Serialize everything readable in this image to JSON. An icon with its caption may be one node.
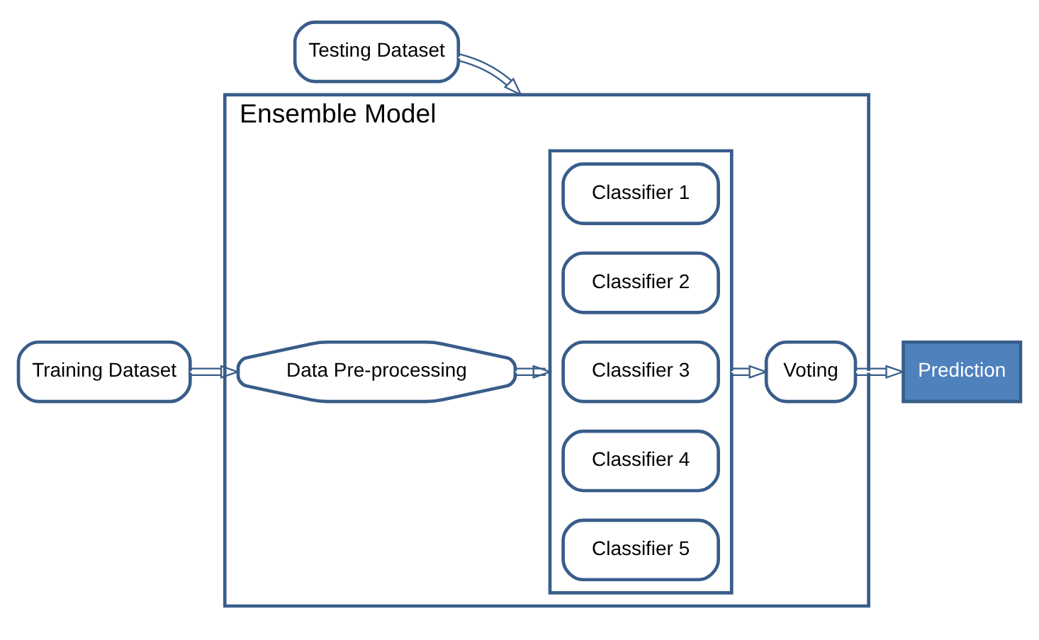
{
  "diagram": {
    "nodes": [
      {
        "text": [
          "Ensemble Model"
        ]
      },
      {
        "text": [
          "Training Dataset"
        ]
      },
      {
        "text": [
          "Data Pre-processing"
        ],
        "in": 0
      },
      {
        "text": [],
        "shape": "box",
        "in": 0
      },
      {
        "text": [
          "Classifier 1"
        ],
        "in": 3
      },
      {
        "text": [
          "Classifier 2"
        ],
        "in": 3
      },
      {
        "text": [
          "Classifier 3"
        ],
        "in": 3
      },
      {
        "text": [
          "Classifier 4"
        ],
        "in": 3
      },
      {
        "text": [
          "Classifier 5"
        ],
        "in": 3
      },
      {
        "text": [
          "Voting"
        ],
        "in": 0
      },
      {
        "text": [
          "Prediction"
        ]
      },
      {
        "text": [
          "Testing Dataset"
        ]
      }
    ],
    "edges": [
      {
        "from": 1,
        "to": 2,
        "arrow": "to"
      },
      {
        "from": 2,
        "to": 3,
        "arrow": "to"
      },
      {
        "from": 3,
        "to": 9,
        "arrow": "to"
      },
      {
        "from": 9,
        "to": 10,
        "arrow": "to"
      },
      {
        "from": 11,
        "to": 0,
        "arrow": "to"
      }
    ]
  }
}
